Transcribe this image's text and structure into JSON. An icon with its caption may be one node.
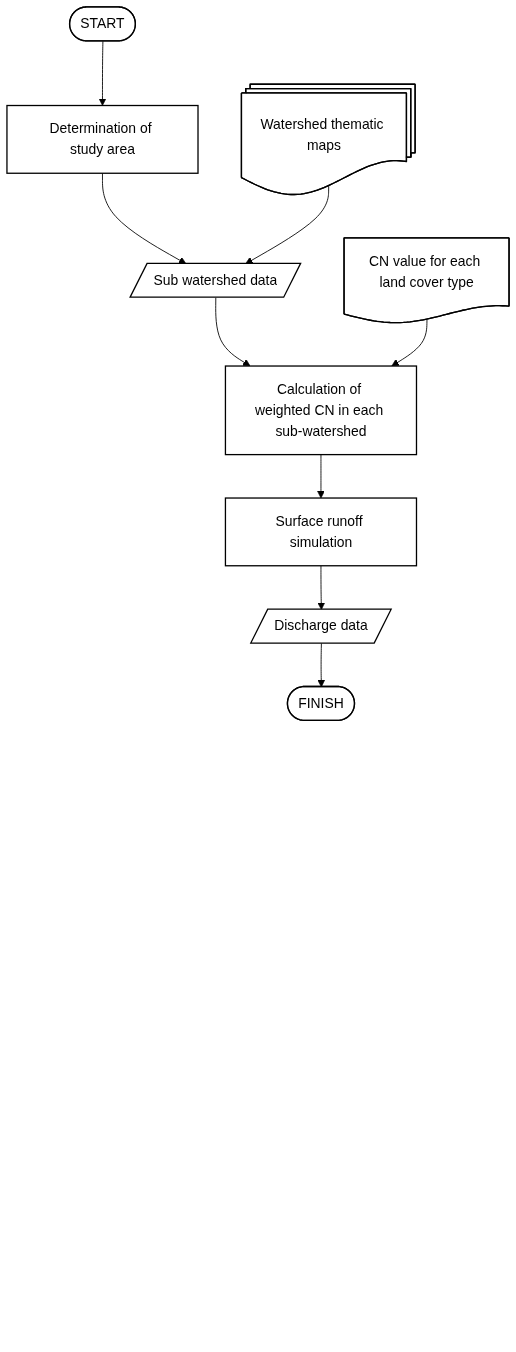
{
  "diagram": {
    "nodes": [
      {
        "text": [
          "START"
        ]
      },
      {
        "text": [
          "Determination of study area"
        ]
      },
      {
        "text": [
          "Watershed thematic maps"
        ]
      },
      {
        "text": [
          "Sub watershed data"
        ]
      },
      {
        "text": [
          "CN value for each land cover type"
        ]
      },
      {
        "text": [
          "Calculation of weighted CN in each sub-watershed"
        ]
      },
      {
        "text": [
          "Surface runoff simulation"
        ]
      },
      {
        "text": [
          "Discharge data"
        ]
      },
      {
        "text": [
          "FINISH"
        ]
      }
    ],
    "edges": [
      {
        "from": 0,
        "to": 1,
        "arrow": "to"
      },
      {
        "from": 1,
        "to": 3,
        "arrow": "to"
      },
      {
        "from": 2,
        "to": 3,
        "arrow": "to"
      },
      {
        "from": 3,
        "to": 5,
        "arrow": "to"
      },
      {
        "from": 4,
        "to": 5,
        "arrow": "to"
      },
      {
        "from": 5,
        "to": 6,
        "arrow": "to"
      },
      {
        "from": 6,
        "to": 7,
        "arrow": "to"
      },
      {
        "from": 7,
        "to": 8,
        "arrow": "to"
      }
    ]
  }
}
